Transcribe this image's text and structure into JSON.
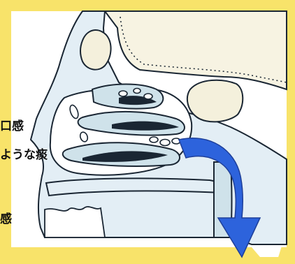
{
  "labels": [
    {
      "text": "口感"
    },
    {
      "text": "ような痰"
    },
    {
      "text": "感"
    }
  ],
  "colors": {
    "frame": "#f8e36a",
    "tissue": "#e3eef5",
    "tissue_stroke": "#1a2633",
    "bone": "#f4f0dc",
    "arrow": "#2d63dc"
  },
  "icons": [
    "down-curved-arrow-icon"
  ]
}
